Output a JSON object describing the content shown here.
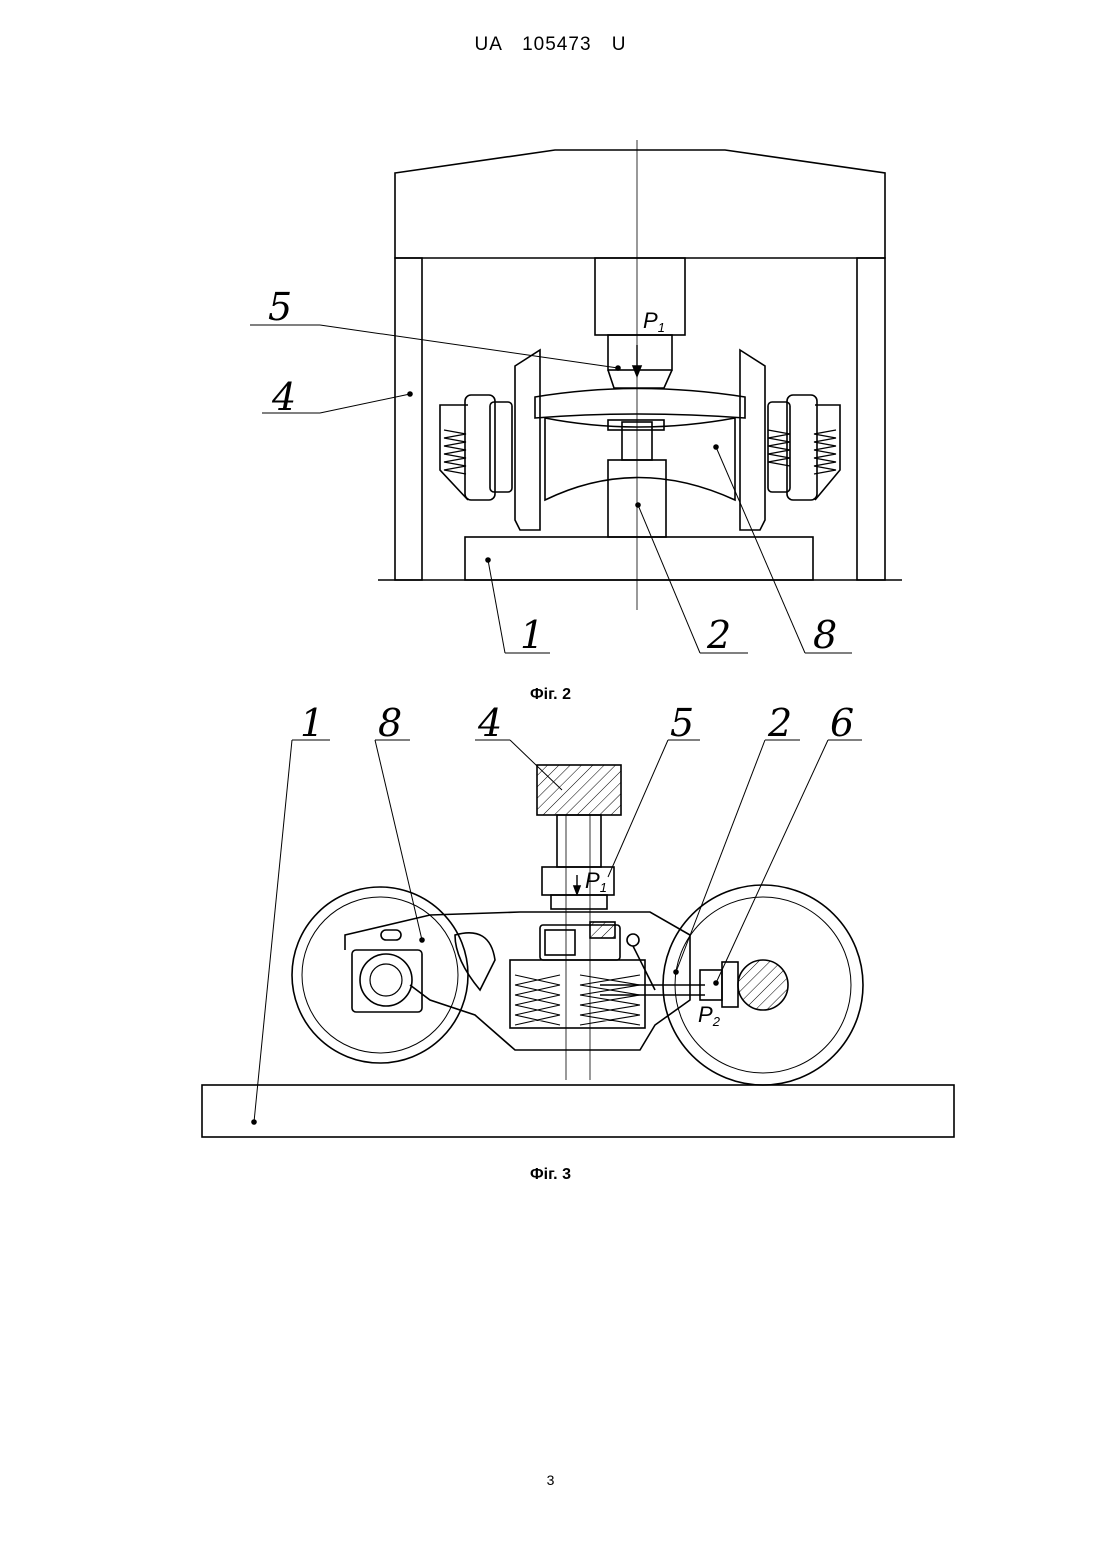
{
  "header": {
    "doc_number": "UA 105473 U"
  },
  "figure2": {
    "caption": "Фіг. 2",
    "labels": {
      "l5": "5",
      "l4": "4",
      "l1": "1",
      "l2": "2",
      "l8": "8"
    },
    "force": {
      "letter": "P",
      "index": "1"
    }
  },
  "figure3": {
    "caption": "Фіг. 3",
    "labels": {
      "l1": "1",
      "l8": "8",
      "l4": "4",
      "l5": "5",
      "l2": "2",
      "l6": "6"
    },
    "force1": {
      "letter": "P",
      "index": "1"
    },
    "force2": {
      "letter": "P",
      "index": "2"
    }
  },
  "footer": {
    "page_number": "3"
  }
}
